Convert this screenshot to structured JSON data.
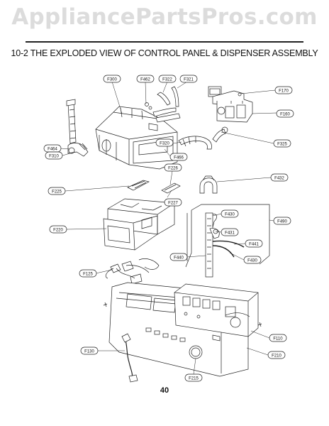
{
  "watermark": "AppliancePartsPros.com",
  "heading": "10-2 THE EXPLODED VIEW OF CONTROL PANEL & DISPENSER ASSEMBLY",
  "page_number": "40",
  "callouts": {
    "F300": "F300",
    "F462": "F462",
    "F322": "F322",
    "F321": "F321",
    "F170": "F170",
    "F160": "F160",
    "F464": "F464",
    "F310": "F310",
    "F320": "F320",
    "F325": "F325",
    "F466": "F466",
    "F226": "F226",
    "F432": "F432",
    "F225": "F225",
    "F227": "F227",
    "F430a": "F430",
    "F490": "F490",
    "F431": "F431",
    "F220": "F220",
    "F441": "F441",
    "F440": "F440",
    "F430b": "F430",
    "F125": "F125",
    "F110": "F110",
    "F130": "F130",
    "F210": "F210",
    "F215": "F215"
  }
}
